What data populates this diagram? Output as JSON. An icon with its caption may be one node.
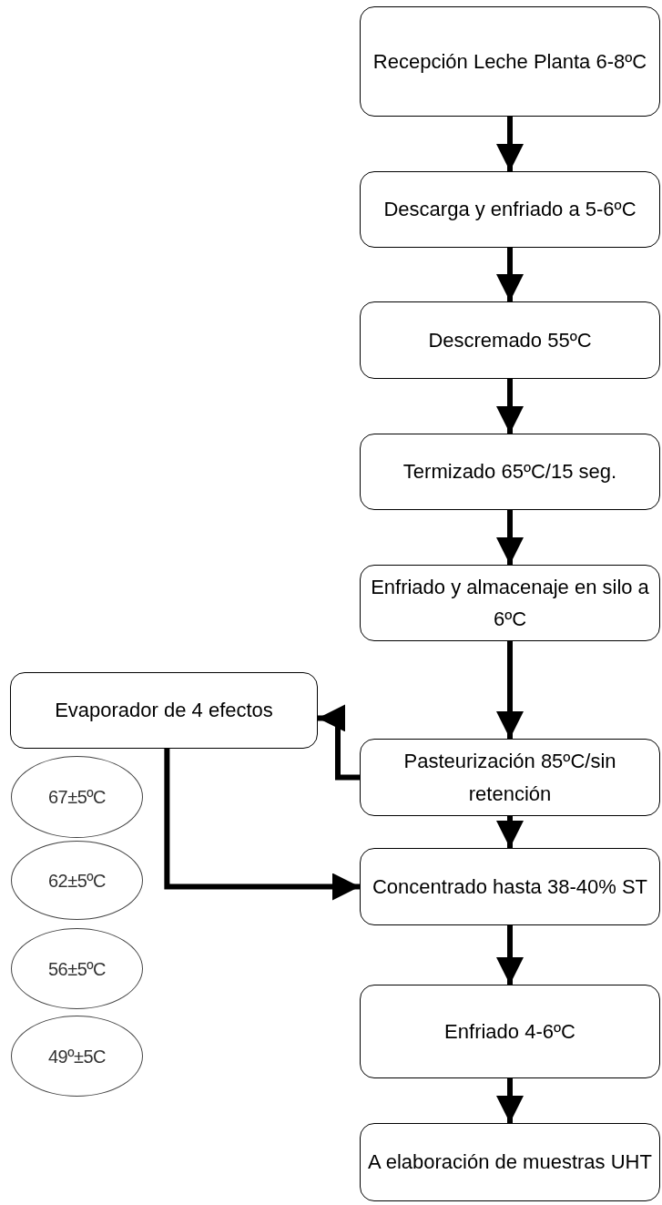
{
  "diagram": {
    "nodes": [
      {
        "text": [
          "Recepción Leche Planta 6-8ºC"
        ]
      },
      {
        "text": [
          "Descarga y enfriado a 5-6ºC"
        ]
      },
      {
        "text": [
          "Descremado 55ºC"
        ]
      },
      {
        "text": [
          "Termizado 65ºC/15 seg."
        ]
      },
      {
        "text": [
          "Enfriado y almacenaje en silo a 6ºC"
        ]
      },
      {
        "text": [
          "Pasteurización 85ºC/sin retención"
        ]
      },
      {
        "text": [
          "Concentrado hasta 38-40% ST"
        ]
      },
      {
        "text": [
          "Enfriado 4-6ºC"
        ]
      },
      {
        "text": [
          "A elaboración de muestras UHT"
        ]
      },
      {
        "text": [
          "Evaporador de 4 efectos"
        ]
      },
      {
        "text": [
          "67±5ºC"
        ]
      },
      {
        "text": [
          "62±5ºC"
        ]
      },
      {
        "text": [
          "56±5ºC"
        ]
      },
      {
        "text": [
          "49º±5C"
        ]
      }
    ],
    "edges": [
      {
        "from": 0,
        "to": 1,
        "arrow": "to"
      },
      {
        "from": 1,
        "to": 2,
        "arrow": "to"
      },
      {
        "from": 2,
        "to": 3,
        "arrow": "to"
      },
      {
        "from": 3,
        "to": 4,
        "arrow": "to"
      },
      {
        "from": 4,
        "to": 5,
        "arrow": "to"
      },
      {
        "from": 5,
        "to": 9,
        "arrow": "to"
      },
      {
        "from": 9,
        "to": 6,
        "arrow": "to"
      },
      {
        "from": 5,
        "to": 6,
        "arrow": "to"
      },
      {
        "from": 6,
        "to": 7,
        "arrow": "to"
      },
      {
        "from": 7,
        "to": 8,
        "arrow": "to"
      }
    ]
  }
}
